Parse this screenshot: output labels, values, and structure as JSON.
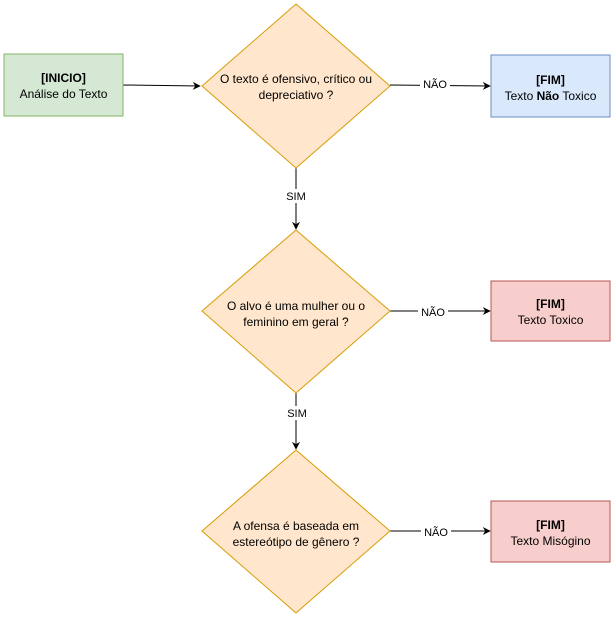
{
  "diagram": {
    "start": {
      "tag": "[INICIO]",
      "label": "Análise do Texto"
    },
    "decisions": [
      {
        "line1": "O texto é ofensivo, crítico ou",
        "line2": "depreciativo ?"
      },
      {
        "line1": "O alvo é uma mulher ou o",
        "line2": "feminino  em geral ?"
      },
      {
        "line1": "A ofensa é baseada em",
        "line2": "estereótipo de gênero ?"
      }
    ],
    "ends": [
      {
        "tag": "[FIM]",
        "label_pre": "Texto ",
        "label_bold": "Não",
        "label_post": " Toxico"
      },
      {
        "tag": "[FIM]",
        "label": "Texto Toxico"
      },
      {
        "tag": "[FIM]",
        "label": "Texto Misógino"
      }
    ],
    "edge_labels": {
      "no": "NÃO",
      "yes": "SIM"
    },
    "colors": {
      "start_fill": "#d5e8d4",
      "start_stroke": "#82b366",
      "decision_fill": "#ffe6cc",
      "decision_stroke": "#d79b00",
      "end_ok_fill": "#dae8fc",
      "end_ok_stroke": "#6c8ebf",
      "end_bad_fill": "#f8cecc",
      "end_bad_stroke": "#b85450",
      "edge": "#000000"
    }
  }
}
